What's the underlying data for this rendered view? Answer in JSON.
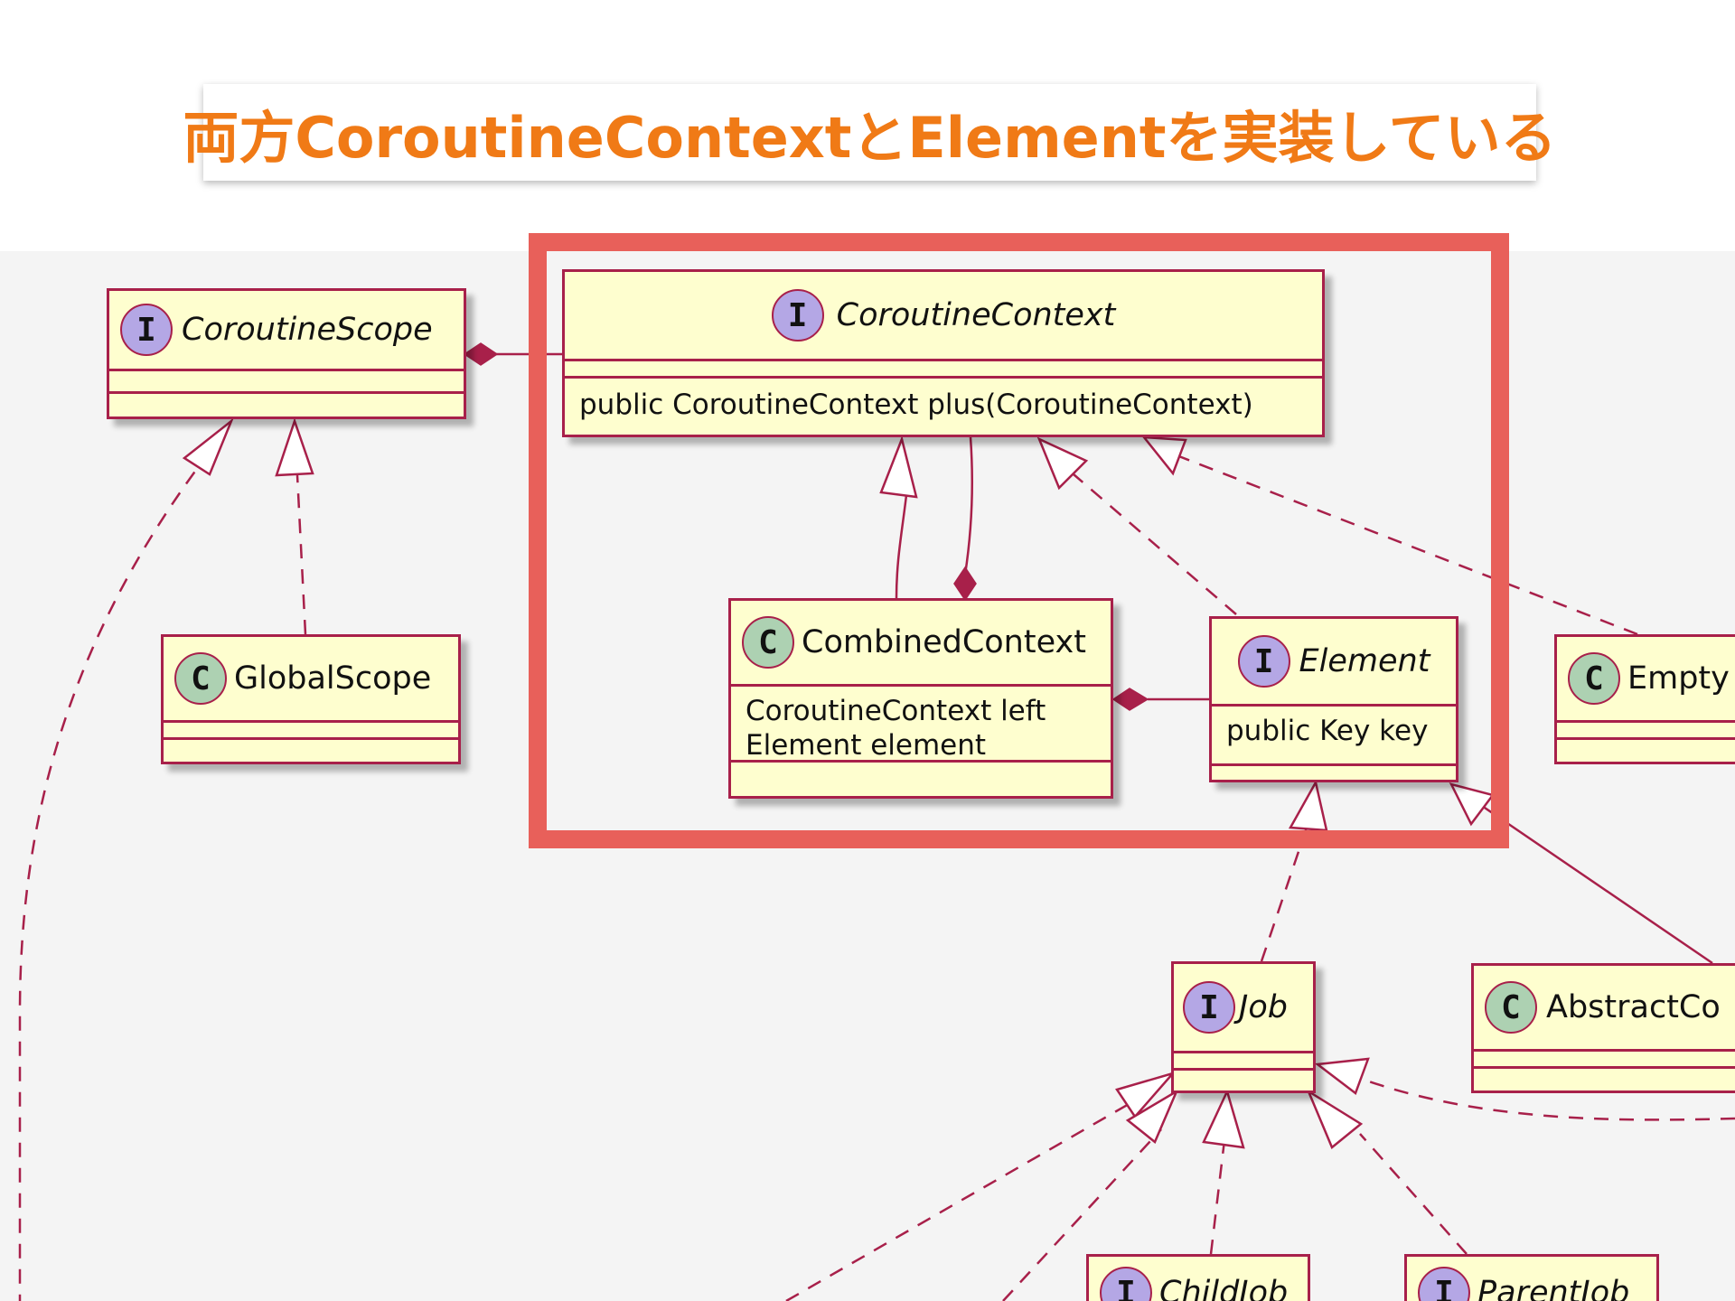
{
  "title": "両方CoroutineContextとElementを実装している",
  "colors": {
    "title": "#f07a16",
    "highlight": "#e8605a",
    "class_fill": "#fefecf",
    "class_border": "#a8204a",
    "interface_badge": "#b4a7e5",
    "class_badge": "#add1b2",
    "background": "#f4f4f4"
  },
  "classes": {
    "coroutine_scope": {
      "stereotype": "I",
      "name": "CoroutineScope"
    },
    "coroutine_context": {
      "stereotype": "I",
      "name": "CoroutineContext",
      "members": [
        "public CoroutineContext plus(CoroutineContext)"
      ]
    },
    "global_scope": {
      "stereotype": "C",
      "name": "GlobalScope"
    },
    "combined_context": {
      "stereotype": "C",
      "name": "CombinedContext",
      "members": [
        "CoroutineContext left",
        "Element element"
      ]
    },
    "element": {
      "stereotype": "I",
      "name": "Element",
      "members": [
        "public Key key"
      ]
    },
    "empty": {
      "stereotype": "C",
      "name": "Empty"
    },
    "job": {
      "stereotype": "I",
      "name": "Job"
    },
    "abstract_co": {
      "stereotype": "C",
      "name": "AbstractCo"
    },
    "child_job": {
      "stereotype": "I",
      "name": "ChildJob"
    },
    "parent_job": {
      "stereotype": "I",
      "name": "ParentJob"
    }
  }
}
